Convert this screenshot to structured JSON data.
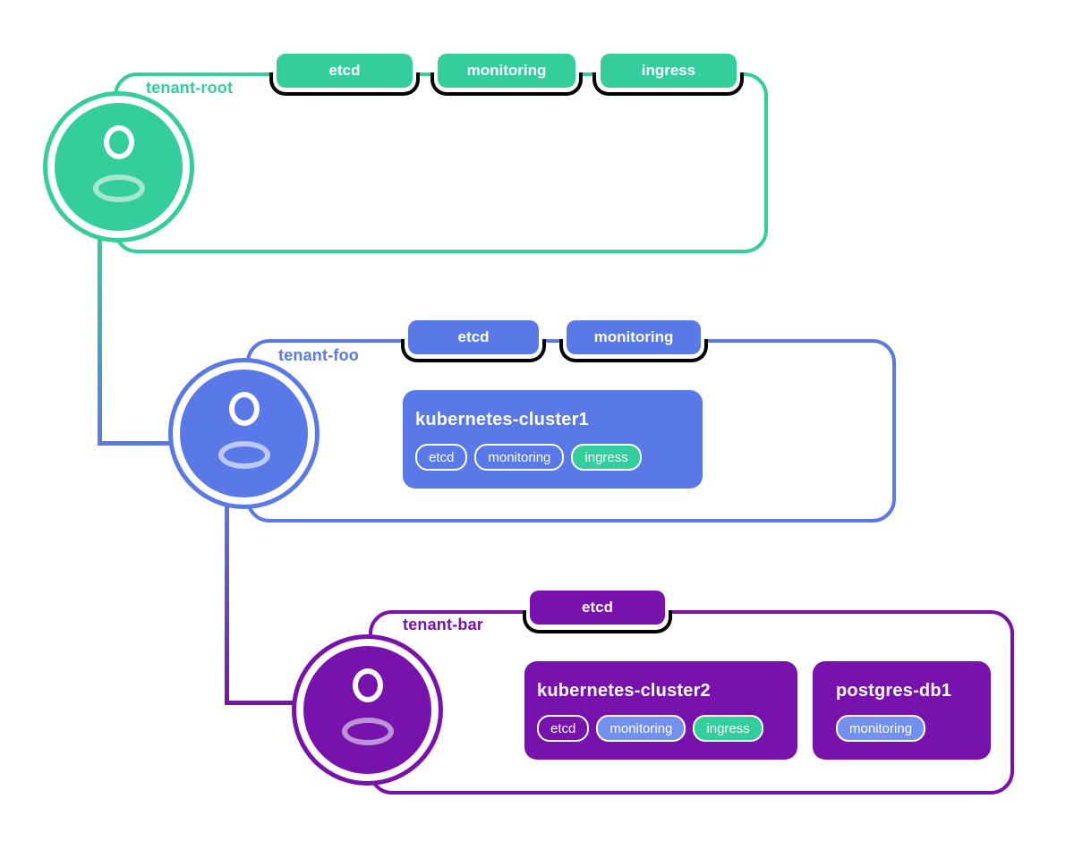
{
  "colors": {
    "green": "#34CD9C",
    "blue": "#5979E8",
    "purple": "#7812AC",
    "badge_light_blue": "#7490EE",
    "avatar_body_light_green": "#A6E7CE",
    "avatar_body_light_blue": "#BDC9F8",
    "avatar_body_light_purple": "#BC92D8",
    "background": "#FFFFFF"
  },
  "tenants": [
    {
      "label": "tenant-root",
      "color": "#34CD9C",
      "avatar_icon": "person-icon",
      "badges": [
        "etcd",
        "monitoring",
        "ingress"
      ],
      "workloads": []
    },
    {
      "label": "tenant-foo",
      "color": "#5979E8",
      "avatar_icon": "person-icon",
      "badges": [
        "etcd",
        "monitoring"
      ],
      "workloads": [
        {
          "name": "kubernetes-cluster1",
          "badges": [
            {
              "label": "etcd",
              "style": "outline"
            },
            {
              "label": "monitoring",
              "style": "outline"
            },
            {
              "label": "ingress",
              "style": "fill-green"
            }
          ]
        }
      ]
    },
    {
      "label": "tenant-bar",
      "color": "#7812AC",
      "avatar_icon": "person-icon",
      "badges": [
        "etcd"
      ],
      "workloads": [
        {
          "name": "kubernetes-cluster2",
          "badges": [
            {
              "label": "etcd",
              "style": "outline"
            },
            {
              "label": "monitoring",
              "style": "fill-blue"
            },
            {
              "label": "ingress",
              "style": "fill-green"
            }
          ]
        },
        {
          "name": "postgres-db1",
          "badges": [
            {
              "label": "monitoring",
              "style": "fill-blue"
            }
          ]
        }
      ]
    }
  ]
}
